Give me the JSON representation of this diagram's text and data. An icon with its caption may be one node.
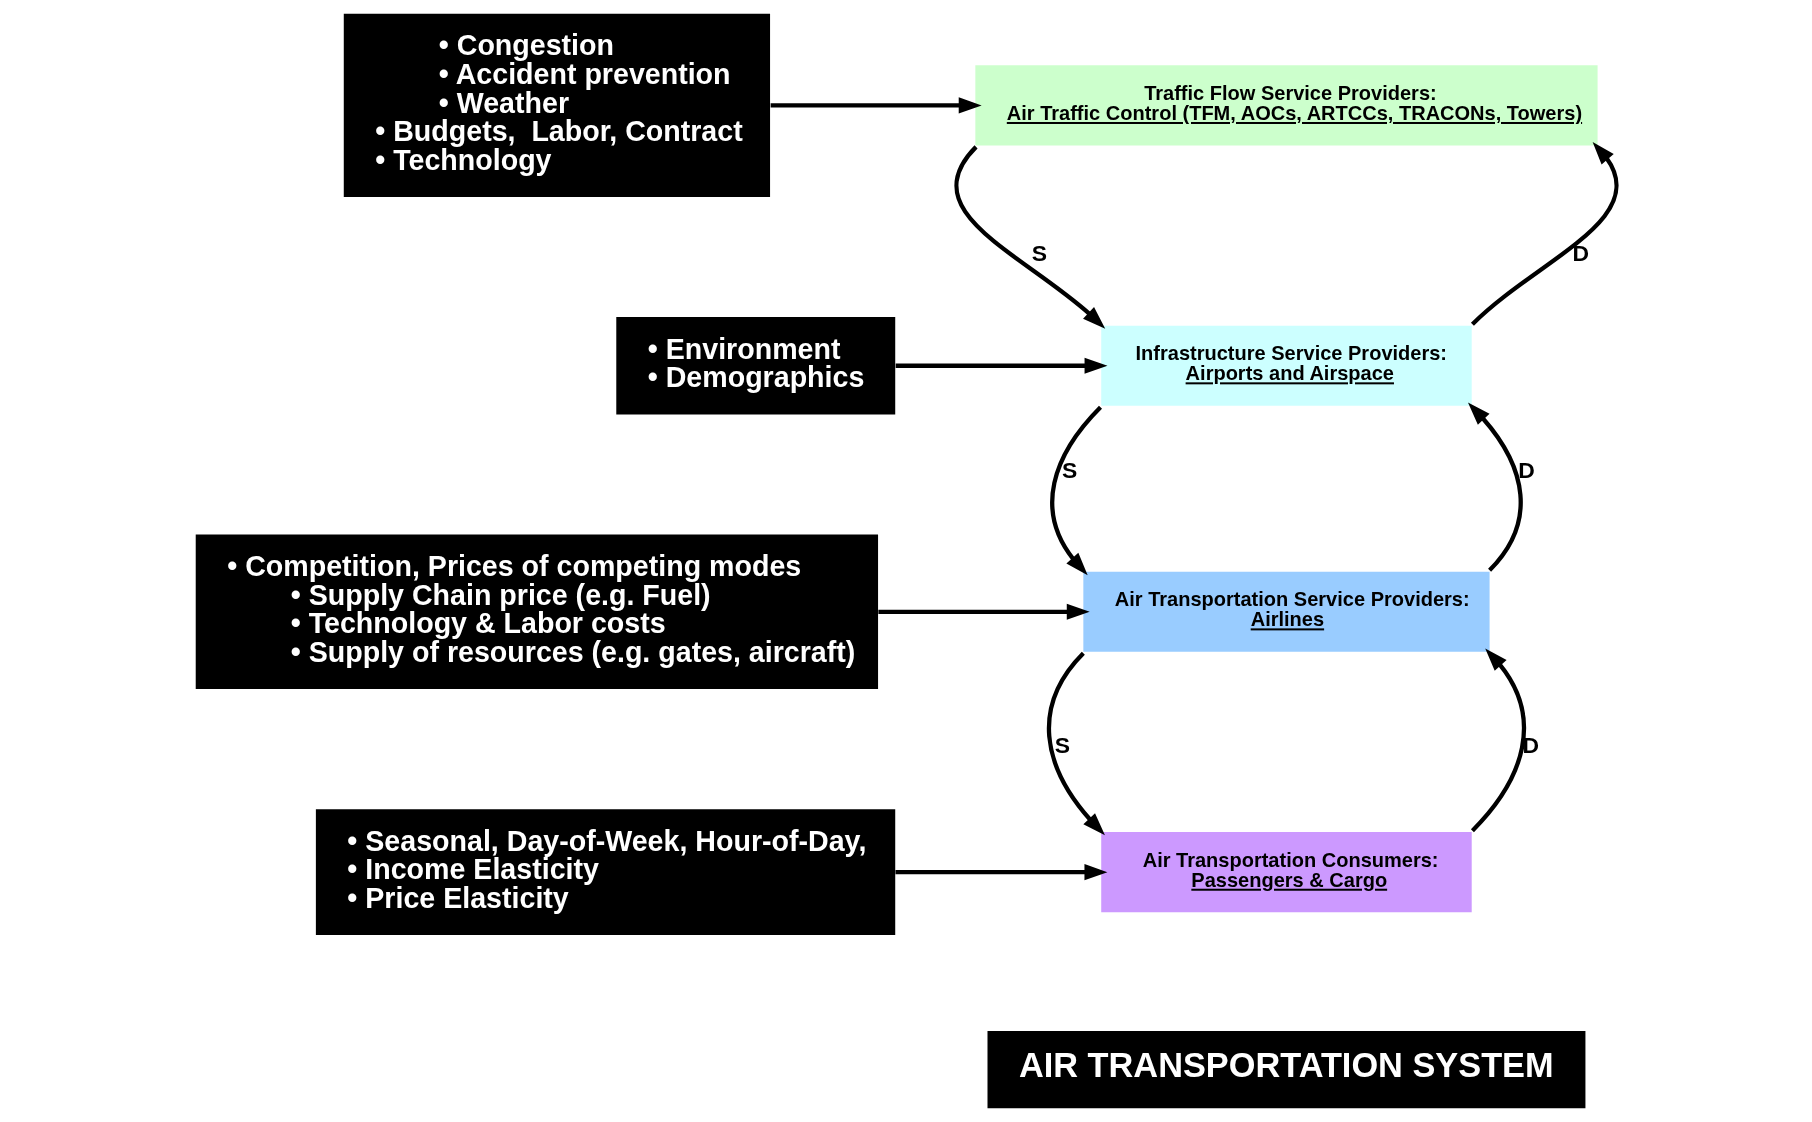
{
  "diagram": {
    "nodes": [
      {
        "text": [
          "• Congestion",
          "• Accident prevention",
          "• Weather",
          "• Budgets,  Labor, Contract",
          "• Technology"
        ]
      },
      {
        "text": [
          "Traffic Flow Service Providers:",
          "Air Traffic Control (TFM, AOCs, ARTCCs, TRACONs, Towers)"
        ]
      },
      {
        "text": [
          "• Environment",
          "• Demographics"
        ]
      },
      {
        "text": [
          "Infrastructure Service Providers:",
          "Airports and Airspace"
        ]
      },
      {
        "text": [
          "• Competition, Prices of competing modes",
          "• Supply Chain price (e.g. Fuel)",
          "• Technology & Labor costs",
          "• Supply of resources (e.g. gates, aircraft)"
        ]
      },
      {
        "text": [
          "Air Transportation Service Providers:",
          "Airlines"
        ]
      },
      {
        "text": [
          "• Seasonal, Day-of-Week, Hour-of-Day,",
          "• Income Elasticity",
          "• Price Elasticity"
        ]
      },
      {
        "text": [
          "Air Transportation Consumers:",
          "Passengers & Cargo"
        ]
      },
      {
        "text": [
          "AIR TRANSPORTATION SYSTEM"
        ]
      }
    ],
    "edges": [
      {
        "from": 0,
        "to": 1,
        "arrow": "to"
      },
      {
        "from": 2,
        "to": 3,
        "arrow": "to"
      },
      {
        "from": 4,
        "to": 5,
        "arrow": "to"
      },
      {
        "from": 6,
        "to": 7,
        "arrow": "to"
      },
      {
        "from": 1,
        "to": 3,
        "arrow": "to",
        "label": "S"
      },
      {
        "from": 3,
        "to": 1,
        "arrow": "to",
        "label": "D"
      },
      {
        "from": 3,
        "to": 5,
        "arrow": "to",
        "label": "S"
      },
      {
        "from": 5,
        "to": 3,
        "arrow": "to",
        "label": "D"
      },
      {
        "from": 5,
        "to": 7,
        "arrow": "to",
        "label": "S"
      },
      {
        "from": 7,
        "to": 5,
        "arrow": "to",
        "label": "D"
      }
    ]
  }
}
